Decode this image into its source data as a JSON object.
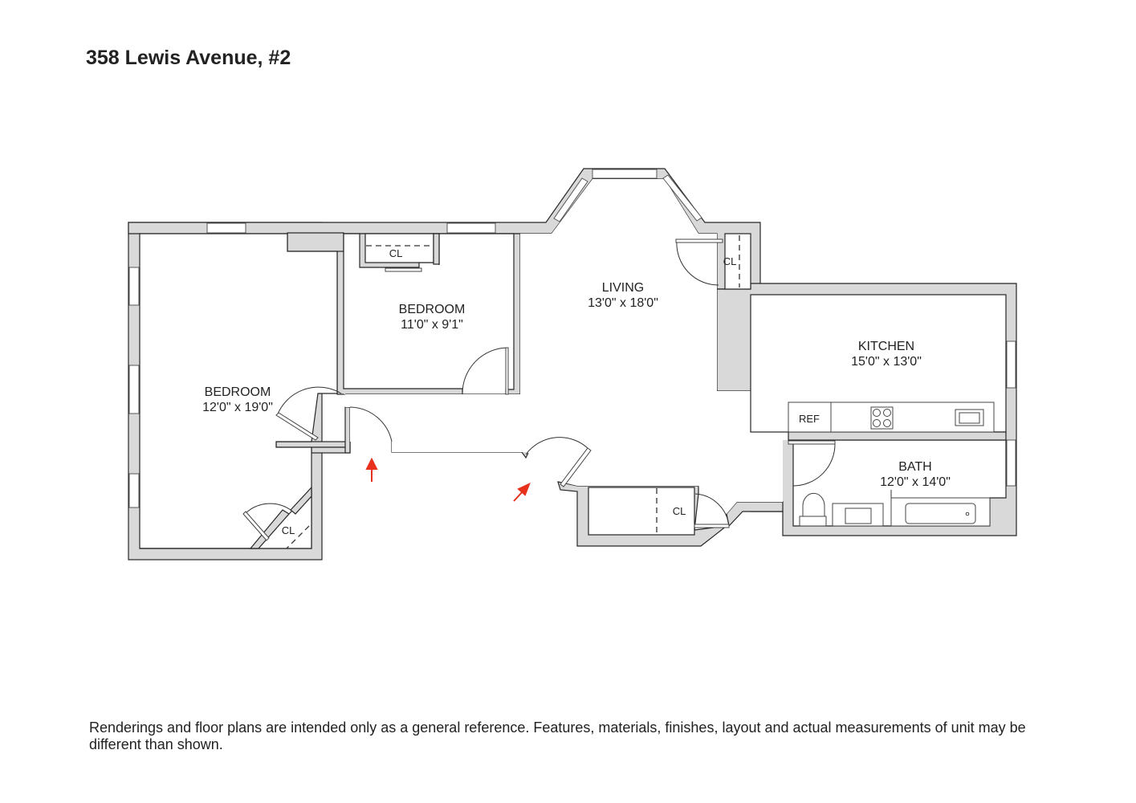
{
  "title": "358 Lewis Avenue, #2",
  "rooms": {
    "bedroom_large": {
      "name": "BEDROOM",
      "size": "12'0\" x 19'0\""
    },
    "bedroom_small": {
      "name": "BEDROOM",
      "size": "11'0\" x 9'1\""
    },
    "living": {
      "name": "LIVING",
      "size": "13'0\" x 18'0\""
    },
    "kitchen": {
      "name": "KITCHEN",
      "size": "15'0\" x 13'0\""
    },
    "bath": {
      "name": "BATH",
      "size": "12'0\" x 14'0\""
    }
  },
  "closet_label": "CL",
  "ref_label": "REF",
  "entry_arrow_color": "#e8311c",
  "disclaimer": "Renderings and floor plans are intended only as a general reference. Features, materials, finishes, layout and actual measurements of unit may be different than shown."
}
